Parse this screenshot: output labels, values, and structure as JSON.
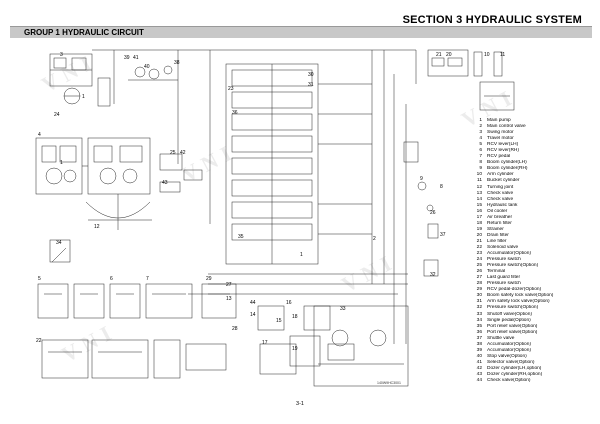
{
  "header": {
    "section_title": "SECTION 3 HYDRAULIC SYSTEM",
    "group_title": "GROUP 1 HYDRAULIC CIRCUIT"
  },
  "legend": [
    {
      "n": "1",
      "label": "Main pump"
    },
    {
      "n": "2",
      "label": "Main control valve"
    },
    {
      "n": "3",
      "label": "Swing motor"
    },
    {
      "n": "4",
      "label": "Travel motor"
    },
    {
      "n": "5",
      "label": "RCV lever(LH)"
    },
    {
      "n": "6",
      "label": "RCV lever(RH)"
    },
    {
      "n": "7",
      "label": "RCV pedal"
    },
    {
      "n": "8",
      "label": "Boom cylinder(LH)"
    },
    {
      "n": "9",
      "label": "Boom cylinder(RH)"
    },
    {
      "n": "10",
      "label": "Arm cylinder"
    },
    {
      "n": "11",
      "label": "Bucket cylinder"
    },
    {
      "n": "12",
      "label": "Turning joint"
    },
    {
      "n": "13",
      "label": "Check valve"
    },
    {
      "n": "14",
      "label": "Check valve"
    },
    {
      "n": "15",
      "label": "Hydraulic tank"
    },
    {
      "n": "16",
      "label": "Oil cooler"
    },
    {
      "n": "17",
      "label": "Air breather"
    },
    {
      "n": "18",
      "label": "Return filter"
    },
    {
      "n": "19",
      "label": "Strainer"
    },
    {
      "n": "20",
      "label": "Drain filter"
    },
    {
      "n": "21",
      "label": "Line filter"
    },
    {
      "n": "22",
      "label": "Solenoid valve"
    },
    {
      "n": "23",
      "label": "Accumulator(Option)"
    },
    {
      "n": "24",
      "label": "Pressure switch"
    },
    {
      "n": "25",
      "label": "Pressure switch(Option)"
    },
    {
      "n": "26",
      "label": "Terminal"
    },
    {
      "n": "27",
      "label": "Last guard filter"
    },
    {
      "n": "28",
      "label": "Pressure switch"
    },
    {
      "n": "29",
      "label": "RCV pedal-dozer(Option)"
    },
    {
      "n": "30",
      "label": "Boom safety lock valve(Option)"
    },
    {
      "n": "31",
      "label": "Arm safety lock valve(Option)"
    },
    {
      "n": "32",
      "label": "Pressure switch(Option)"
    },
    {
      "n": "33",
      "label": "Shutoff valve(Option)"
    },
    {
      "n": "34",
      "label": "Single pedal(Option)"
    },
    {
      "n": "35",
      "label": "Port relief valve(Option)"
    },
    {
      "n": "36",
      "label": "Port relief valve(Option)"
    },
    {
      "n": "37",
      "label": "Shuttle valve"
    },
    {
      "n": "38",
      "label": "Accumulator(Option)"
    },
    {
      "n": "39",
      "label": "Accumulator(Option)"
    },
    {
      "n": "40",
      "label": "Stop valve(Option)"
    },
    {
      "n": "41",
      "label": "Selector valve(Option)"
    },
    {
      "n": "42",
      "label": "Dozer cylinder(LH,option)"
    },
    {
      "n": "43",
      "label": "Dozer cylinder(RH,option)"
    },
    {
      "n": "44",
      "label": "Check valve(Option)"
    }
  ],
  "callouts": [
    "3",
    "41",
    "39",
    "40",
    "38",
    "4",
    "34",
    "12",
    "5",
    "6",
    "7",
    "29",
    "22",
    "23",
    "30",
    "31",
    "35",
    "36",
    "2",
    "25",
    "42",
    "43",
    "44",
    "14",
    "13",
    "27",
    "28",
    "17",
    "15",
    "16",
    "18",
    "19",
    "20",
    "21",
    "10",
    "11",
    "8",
    "9",
    "26",
    "37",
    "32",
    "33",
    "24",
    "1",
    "1",
    "1"
  ],
  "page_number": "3-1",
  "document_code": "140W9HC3001"
}
